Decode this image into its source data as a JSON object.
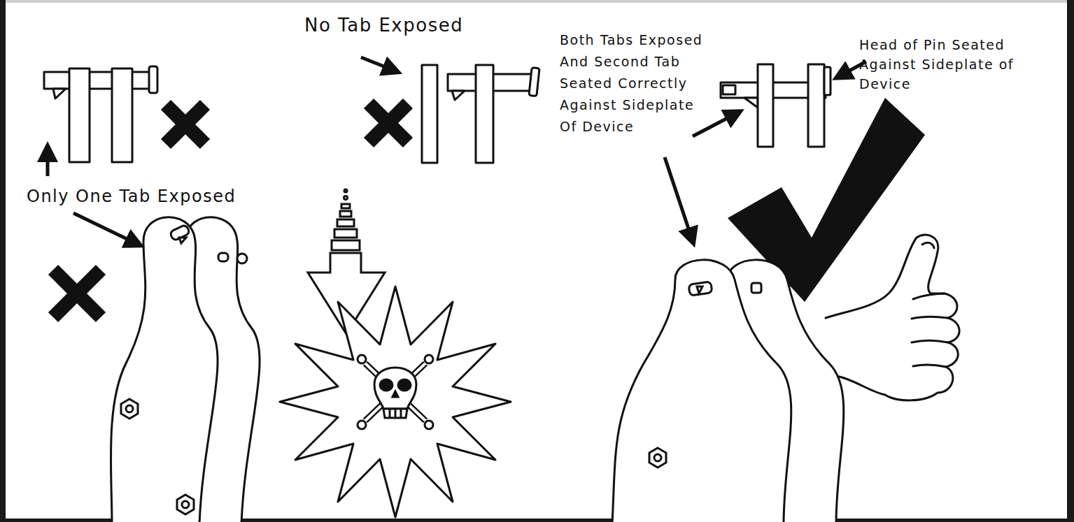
{
  "diagram": {
    "labels": [
      "No Tab Exposed",
      "Only One Tab Exposed",
      "Both Tabs Exposed And Second Tab Seated Correctly Against Sideplate Of Device",
      "Head of Pin Seated Against Sideplate of Device"
    ]
  }
}
